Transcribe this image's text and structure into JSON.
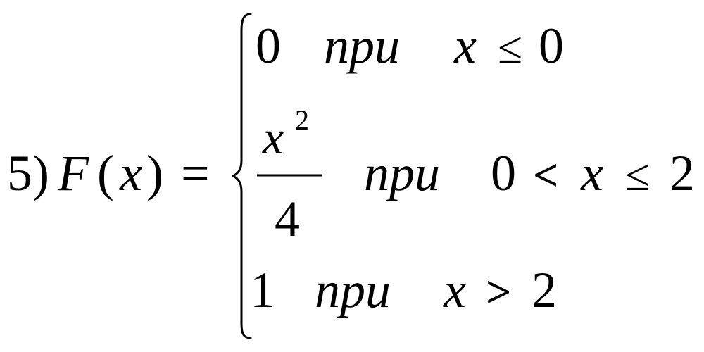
{
  "formula": {
    "label": "5)",
    "function_name": "F",
    "open_paren": "(",
    "variable": "x",
    "close_paren": ")",
    "equals": "=",
    "cases": [
      {
        "value": "0",
        "word": "при",
        "condition": {
          "var": "x",
          "op": "≤",
          "rhs": "0"
        }
      },
      {
        "value_numerator_base": "x",
        "value_numerator_exponent": "2",
        "value_denominator": "4",
        "word": "при",
        "condition": {
          "lhs": "0",
          "op1": "<",
          "var": "x",
          "op2": "≤",
          "rhs": "2"
        }
      },
      {
        "value": "1",
        "word": "при",
        "condition": {
          "var": "x",
          "op": ">",
          "rhs": "2"
        }
      }
    ]
  }
}
